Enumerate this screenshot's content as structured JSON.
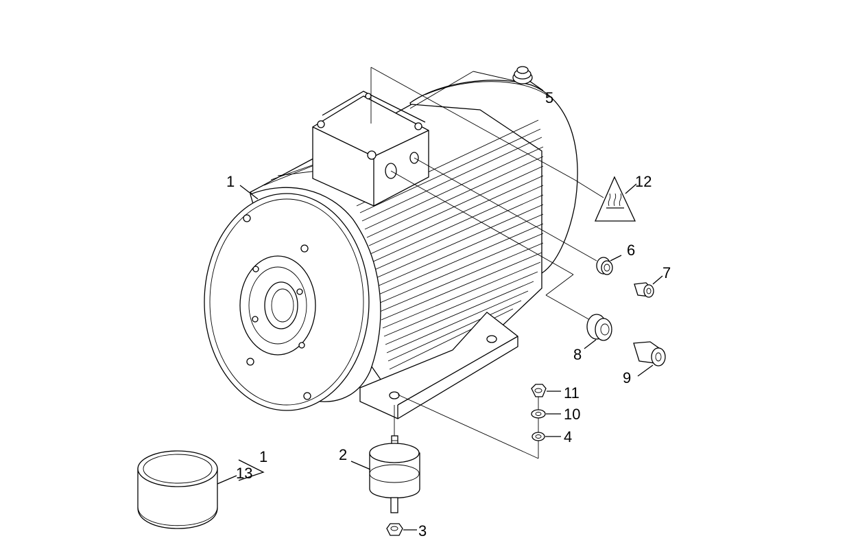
{
  "diagram": {
    "type": "exploded-parts-drawing",
    "callouts": {
      "c1_motor": "1",
      "c2_mount": "2",
      "c3_nut": "3",
      "c4_washer": "4",
      "c5_plug": "5",
      "c6_reducer": "6",
      "c7_gland_small": "7",
      "c8_reducer_large": "8",
      "c9_gland_large": "9",
      "c10_lockwasher": "10",
      "c11_nut": "11",
      "c12_warning_label": "12",
      "c13_ring": "13",
      "c1_ring_ref": "1"
    },
    "icons": {
      "warning": "hot-surface-warning-triangle"
    }
  }
}
